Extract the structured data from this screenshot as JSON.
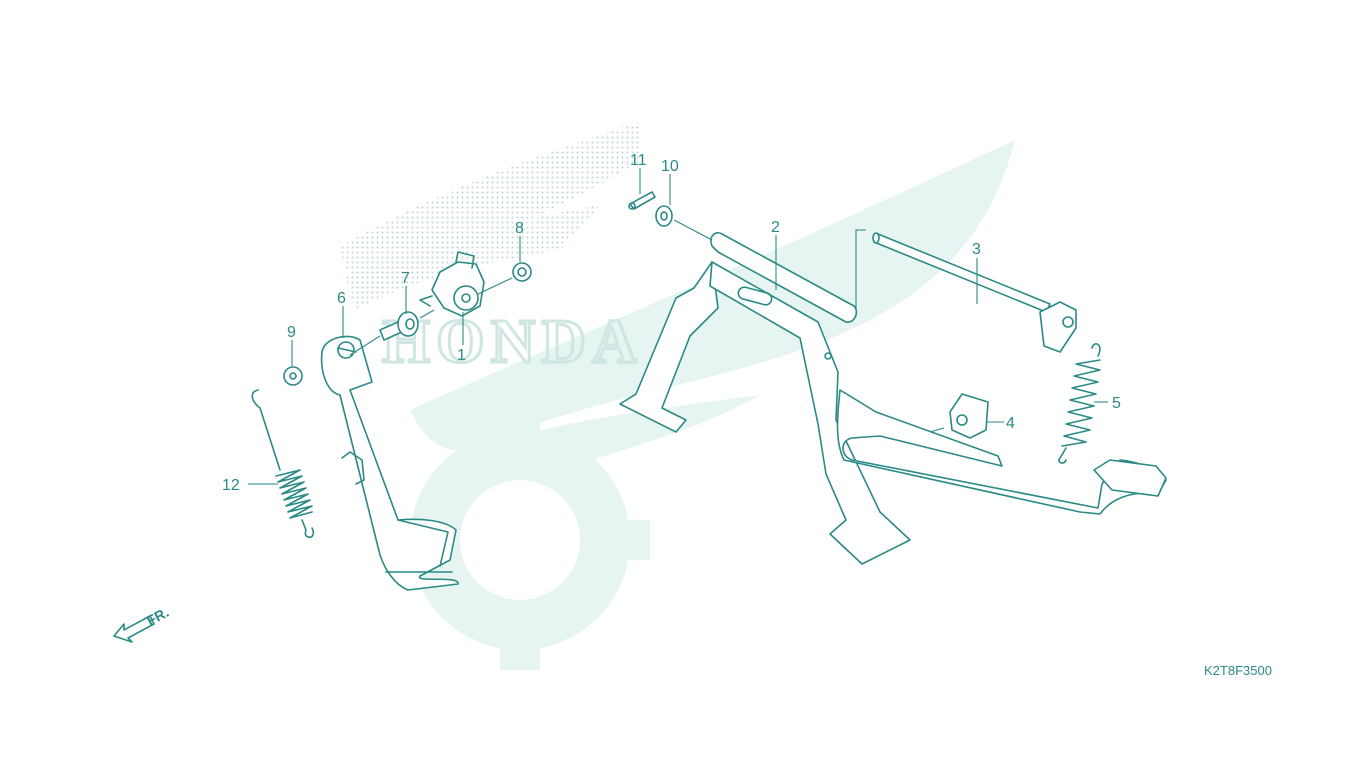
{
  "watermark": {
    "logo_name": "honda-wing-logo",
    "text": "HONDA"
  },
  "callouts": {
    "c1": "1",
    "c2": "2",
    "c3": "3",
    "c4": "4",
    "c5": "5",
    "c6": "6",
    "c7": "7",
    "c8": "8",
    "c9": "9",
    "c10": "10",
    "c11": "11",
    "c12": "12"
  },
  "direction": {
    "label": "FR.",
    "icon": "front-arrow-icon"
  },
  "diagram_code": "K2T8F3500",
  "colors": {
    "line": "#2a8a86",
    "watermark": "#e6f4f2",
    "background": "#ffffff"
  }
}
